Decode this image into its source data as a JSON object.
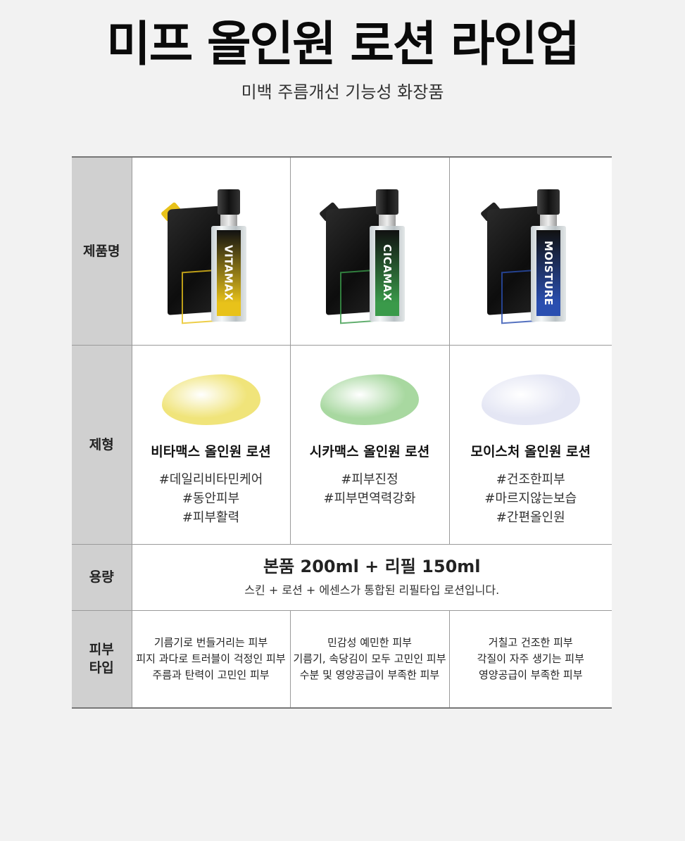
{
  "header": {
    "title": "미프 올인원 로션 라인업",
    "subtitle": "미백 주름개선 기능성 화장품"
  },
  "row_labels": {
    "product": "제품명",
    "texture": "제형",
    "volume": "용량",
    "skin_type": "피부\n타입"
  },
  "products": [
    {
      "bottle_text": "VITAMAX",
      "accent": "#e8c21a",
      "texture_color": "#f0e47a",
      "name": "비타맥스 올인원 로션",
      "tags": [
        "#데일리비타민케어",
        "#동안피부",
        "#피부활력"
      ],
      "skin": [
        "기름기로 번들거리는 피부",
        "피지 과다로 트러블이 걱정인 피부",
        "주름과 탄력이 고민인 피부"
      ]
    },
    {
      "bottle_text": "CICAMAX",
      "accent": "#3a9a4a",
      "texture_color": "#a8d8a0",
      "name": "시카맥스 올인원 로션",
      "tags": [
        "#피부진정",
        "#피부면역력강화"
      ],
      "skin": [
        "민감성 예민한 피부",
        "기름기, 속당김이 모두 고민인 피부",
        "수분 및 영양공급이 부족한 피부"
      ]
    },
    {
      "bottle_text": "MOISTURE",
      "accent": "#2a4fb0",
      "texture_color": "#e4e6f4",
      "name": "모이스처 올인원 로션",
      "tags": [
        "#건조한피부",
        "#마르지않는보습",
        "#간편올인원"
      ],
      "skin": [
        "거칠고 건조한 피부",
        "각질이 자주 생기는 피부",
        "영양공급이 부족한 피부"
      ]
    }
  ],
  "volume": {
    "main": "본품 200ml + 리필 150ml",
    "sub": "스킨 + 로션 + 에센스가 통합된 리필타입 로션입니다."
  }
}
